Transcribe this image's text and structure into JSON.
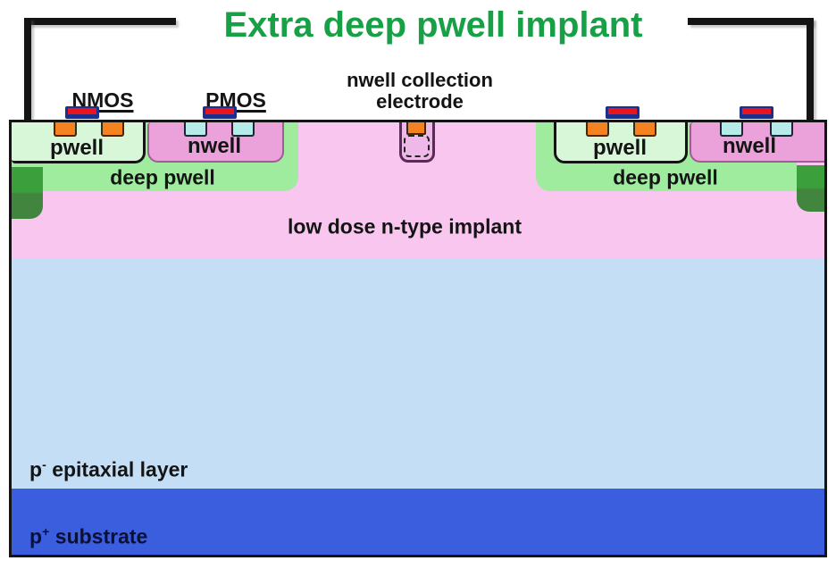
{
  "title": {
    "text": "Extra deep pwell implant"
  },
  "annotations": {
    "nmos": "NMOS",
    "pmos": "PMOS",
    "collection_electrode_line1": "nwell collection",
    "collection_electrode_line2": "electrode"
  },
  "regions": {
    "pwell_left": "pwell",
    "nwell_left": "nwell",
    "pwell_right": "pwell",
    "nwell_right": "nwell",
    "deep_pwell_left": "deep pwell",
    "deep_pwell_right": "deep pwell",
    "low_dose_implant": "low dose n-type implant",
    "epitaxial_prefix": "p",
    "epitaxial_sup": "-",
    "epitaxial_rest": " epitaxial layer",
    "substrate_prefix": "p",
    "substrate_sup": "+",
    "substrate_rest": " substrate"
  },
  "colors": {
    "title_green": "#17a045",
    "frame": "#141414",
    "text_dark": "#141414",
    "label_navy": "#0a1038",
    "implant_pink": "#f8c6ee",
    "nwell_pink": "#eba2da",
    "nwell_border": "#a35a97",
    "pwell_green": "#d8f7d8",
    "deep_pwell_green": "#9fec9f",
    "extra_deep_top": "#3ba03b",
    "extra_deep_bottom": "#42853f",
    "orange": "#f58220",
    "cyan": "#b5ecea",
    "gate_navy": "#1c2f8c",
    "gate_red": "#e8141e",
    "electrode_fill": "#eeb9e8",
    "electrode_border": "#5c2a56",
    "epitaxial_blue": "#c4def5",
    "substrate_blue": "#3a5ede"
  }
}
